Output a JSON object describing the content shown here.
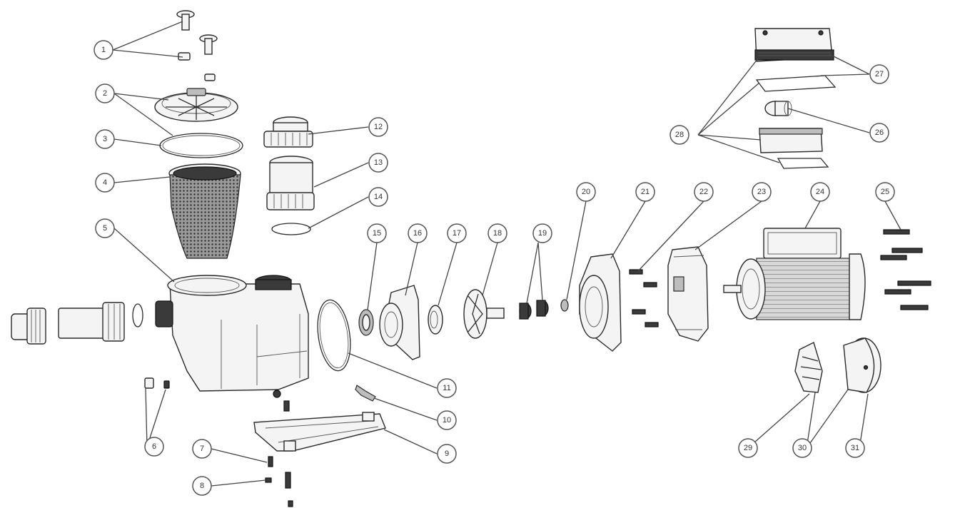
{
  "colors": {
    "background": "#ffffff",
    "line": "#2a2a2a",
    "callout_stroke": "#555555",
    "callout_text": "#333333"
  },
  "callouts": [
    {
      "id": "1",
      "label": "1"
    },
    {
      "id": "2",
      "label": "2"
    },
    {
      "id": "3",
      "label": "3"
    },
    {
      "id": "4",
      "label": "4"
    },
    {
      "id": "5",
      "label": "5"
    },
    {
      "id": "6",
      "label": "6"
    },
    {
      "id": "7",
      "label": "7"
    },
    {
      "id": "8",
      "label": "8"
    },
    {
      "id": "9",
      "label": "9"
    },
    {
      "id": "10",
      "label": "10"
    },
    {
      "id": "11",
      "label": "11"
    },
    {
      "id": "12",
      "label": "12"
    },
    {
      "id": "13",
      "label": "13"
    },
    {
      "id": "14",
      "label": "14"
    },
    {
      "id": "15",
      "label": "15"
    },
    {
      "id": "16",
      "label": "16"
    },
    {
      "id": "17",
      "label": "17"
    },
    {
      "id": "18",
      "label": "18"
    },
    {
      "id": "19",
      "label": "19"
    },
    {
      "id": "20",
      "label": "20"
    },
    {
      "id": "21",
      "label": "21"
    },
    {
      "id": "22",
      "label": "22"
    },
    {
      "id": "23",
      "label": "23"
    },
    {
      "id": "24",
      "label": "24"
    },
    {
      "id": "25",
      "label": "25"
    },
    {
      "id": "26",
      "label": "26"
    },
    {
      "id": "27",
      "label": "27"
    },
    {
      "id": "28",
      "label": "28"
    },
    {
      "id": "29",
      "label": "29"
    },
    {
      "id": "30",
      "label": "30"
    },
    {
      "id": "31",
      "label": "31"
    }
  ]
}
